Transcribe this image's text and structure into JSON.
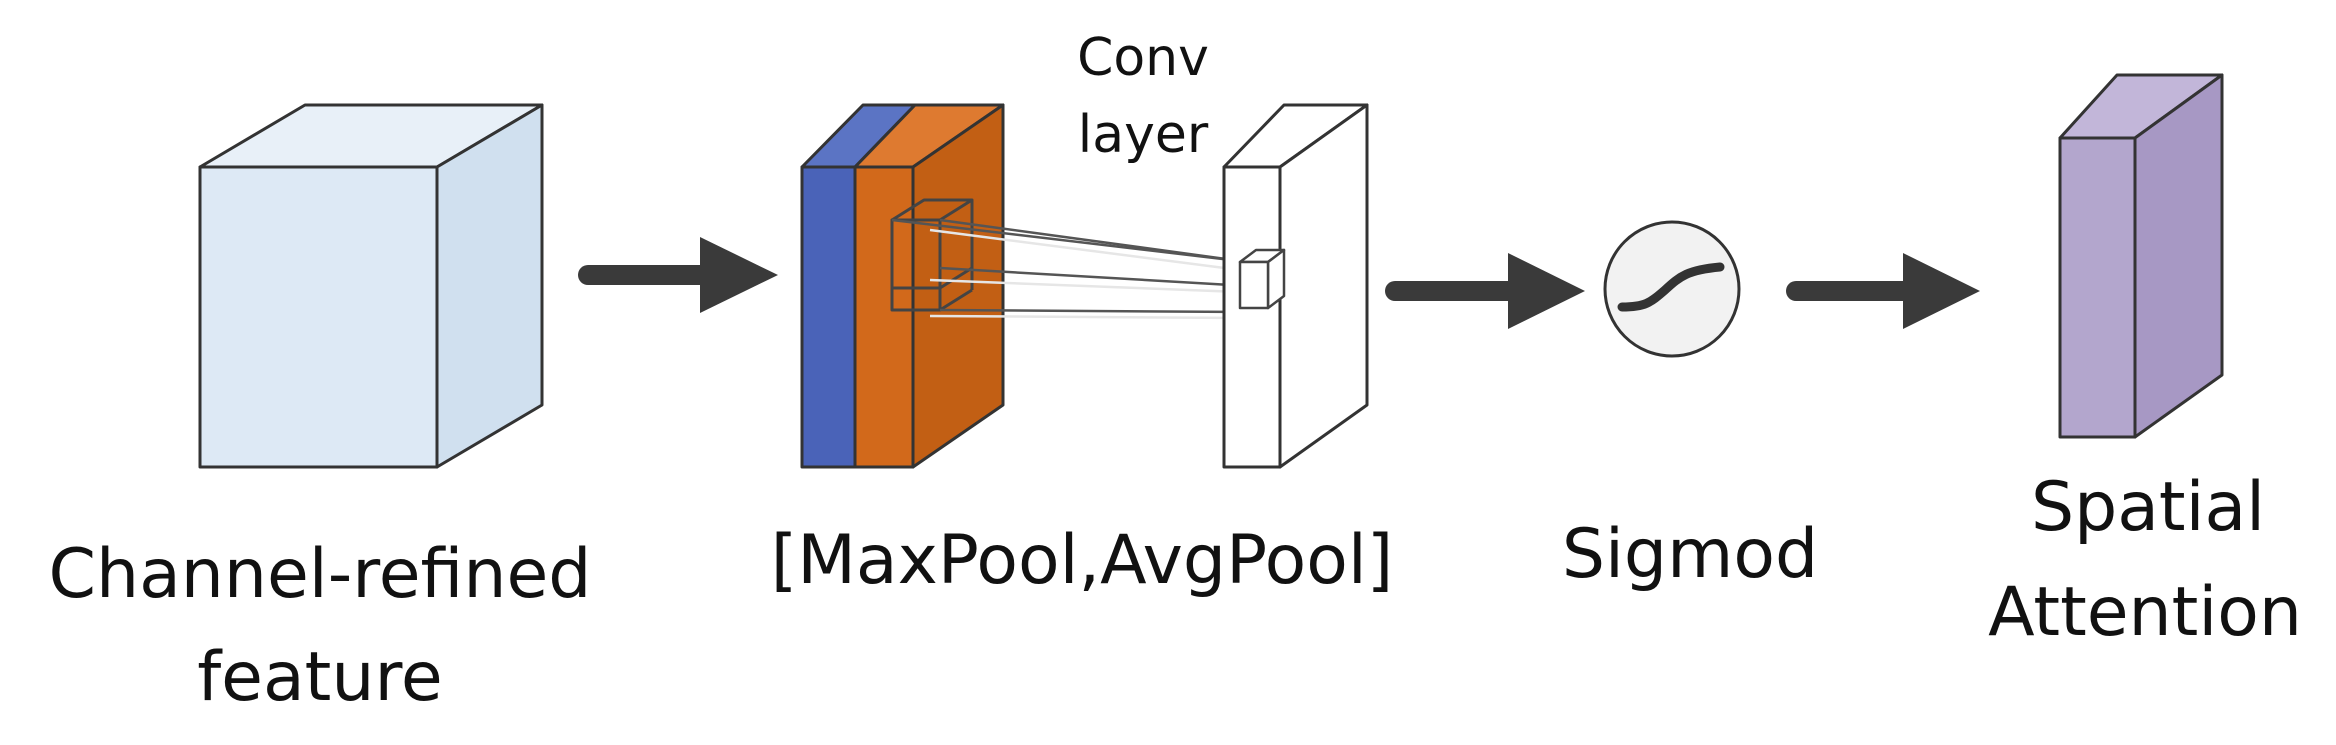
{
  "labels": {
    "channel_line1": "Channel-refined",
    "channel_line2": "feature",
    "pool": "[MaxPool,AvgPool]",
    "conv_line1": "Conv",
    "conv_line2": "layer",
    "sigmoid": "Sigmod",
    "attention_line1": "Spatial",
    "attention_line2": "Attention"
  },
  "colors": {
    "feature_front": "#dde9f5",
    "feature_top": "#e8f0f8",
    "feature_side": "#d0e0ef",
    "maxpool_blue": "#4a63b8",
    "avgpool_orange": "#d2691b",
    "attention_purple": "#b3a6cd",
    "arrow": "#3a3a3a",
    "outline": "#333333"
  },
  "icons": {
    "sigmoid": "sigmoid-curve-icon",
    "arrow": "right-arrow-icon"
  }
}
